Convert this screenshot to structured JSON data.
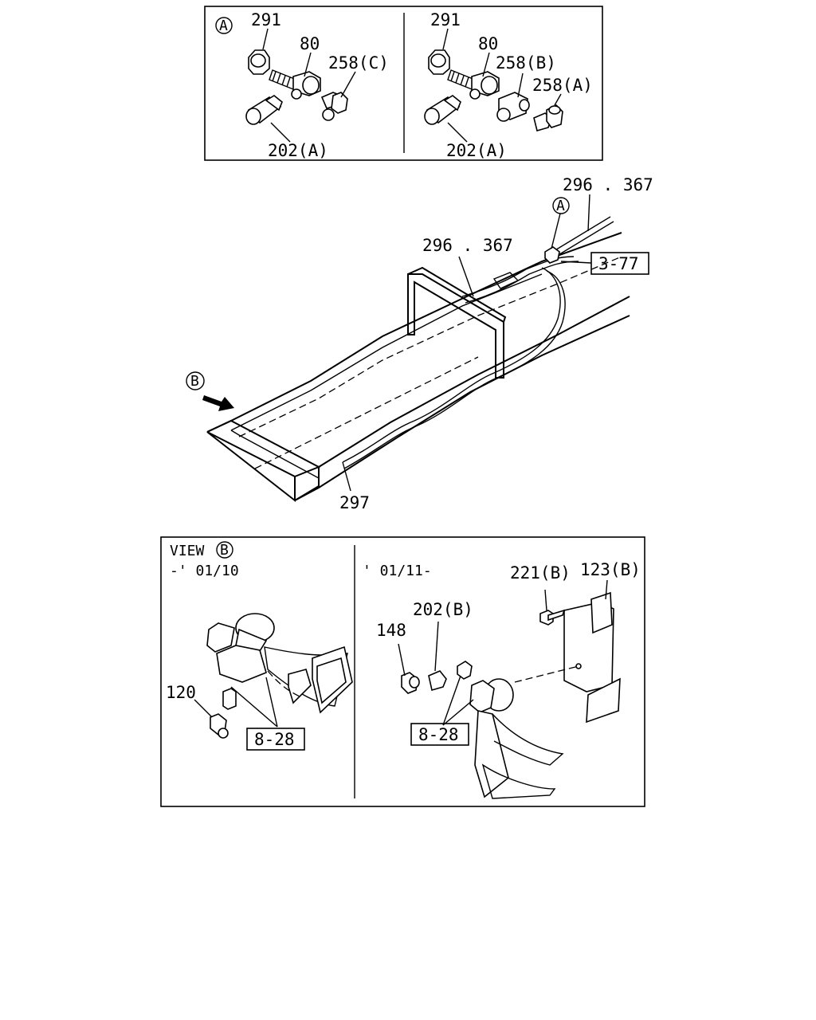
{
  "detail_a": {
    "marker": "A",
    "left": {
      "nut": "291",
      "bolt": "80",
      "elbow": "258(C)",
      "adapter": "202(A)"
    },
    "right": {
      "nut": "291",
      "bolt": "80",
      "connector_b": "258(B)",
      "connector_a": "258(A)",
      "adapter": "202(A)"
    }
  },
  "frame": {
    "pipe_upper": "296 . 367",
    "pipe_lower": "296 . 367",
    "marker_a": "A",
    "ref_box": "3-77",
    "marker_b": "B",
    "pipe_front": "297"
  },
  "view_b": {
    "title": "VIEW",
    "title_marker": "B",
    "left": {
      "date_range": "-' 01/10",
      "elbow": "120",
      "ref_box": "8-28"
    },
    "right": {
      "date_range": "' 01/11-",
      "bolt": "221(B)",
      "bracket": "123(B)",
      "adapter": "202(B)",
      "elbow": "148",
      "ref_box": "8-28"
    }
  }
}
